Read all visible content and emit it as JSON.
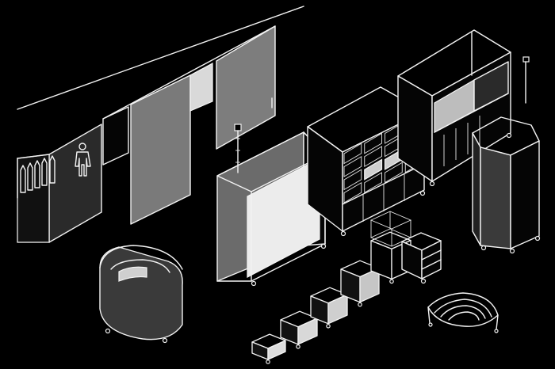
{
  "drawing": {
    "background": "#000000",
    "line_color": "#f2f2f2",
    "items": [
      "wall-rail",
      "garment-display-panel",
      "partition-panels",
      "open-display-cabinet",
      "grid-shelving-unit",
      "tall-wardrobe-unit",
      "hexagonal-display-case",
      "curved-reception-counter",
      "stackable-cube-modules",
      "drawer-unit",
      "curved-rack"
    ]
  }
}
